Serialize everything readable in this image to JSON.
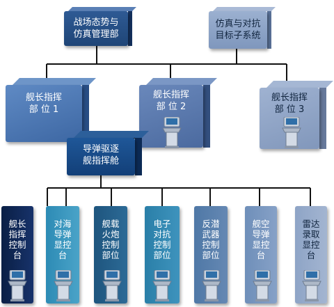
{
  "top_nodes": [
    {
      "id": "battlefield-sim-mgmt",
      "label": "战场态势与\n仿真管理部"
    },
    {
      "id": "sim-target-system",
      "label": "仿真与对抗\n目标子系统"
    }
  ],
  "command_posts": [
    {
      "id": "cmd-post-1",
      "label": "舰长指挥\n部 位  1"
    },
    {
      "id": "cmd-post-2",
      "label": "舰长指挥\n部 位  2"
    },
    {
      "id": "cmd-post-3",
      "label": "舰长指挥\n部 位  3"
    }
  ],
  "sub_cabin": {
    "label": "导弹驱逐\n舰指挥舱"
  },
  "consoles": [
    {
      "id": "captain-console",
      "label": "舰长\n指挥\n控制\n台"
    },
    {
      "id": "anti-ship-missile",
      "label": "对海\n导弹\n显控\n台"
    },
    {
      "id": "ship-gun-control",
      "label": "舰载\n火炮\n控制\n部位"
    },
    {
      "id": "ew-control",
      "label": "电子\n对抗\n控制\n部位"
    },
    {
      "id": "asw-weapon-control",
      "label": "反潜\n武器\n控制\n部位"
    },
    {
      "id": "anti-air-missile",
      "label": "舰空\n导弹\n显控\n台"
    },
    {
      "id": "radar-console",
      "label": "雷达\n录取\n显控\n台"
    }
  ],
  "colors": {
    "navy": "#0d2a5c",
    "dark_blue": "#1f4f86",
    "mid_blue": "#3b6aa8",
    "slate": "#5673a3",
    "gray_blue": "#7d94b8",
    "teal": "#2b88b0",
    "console_gray": "#b9c4d4"
  }
}
